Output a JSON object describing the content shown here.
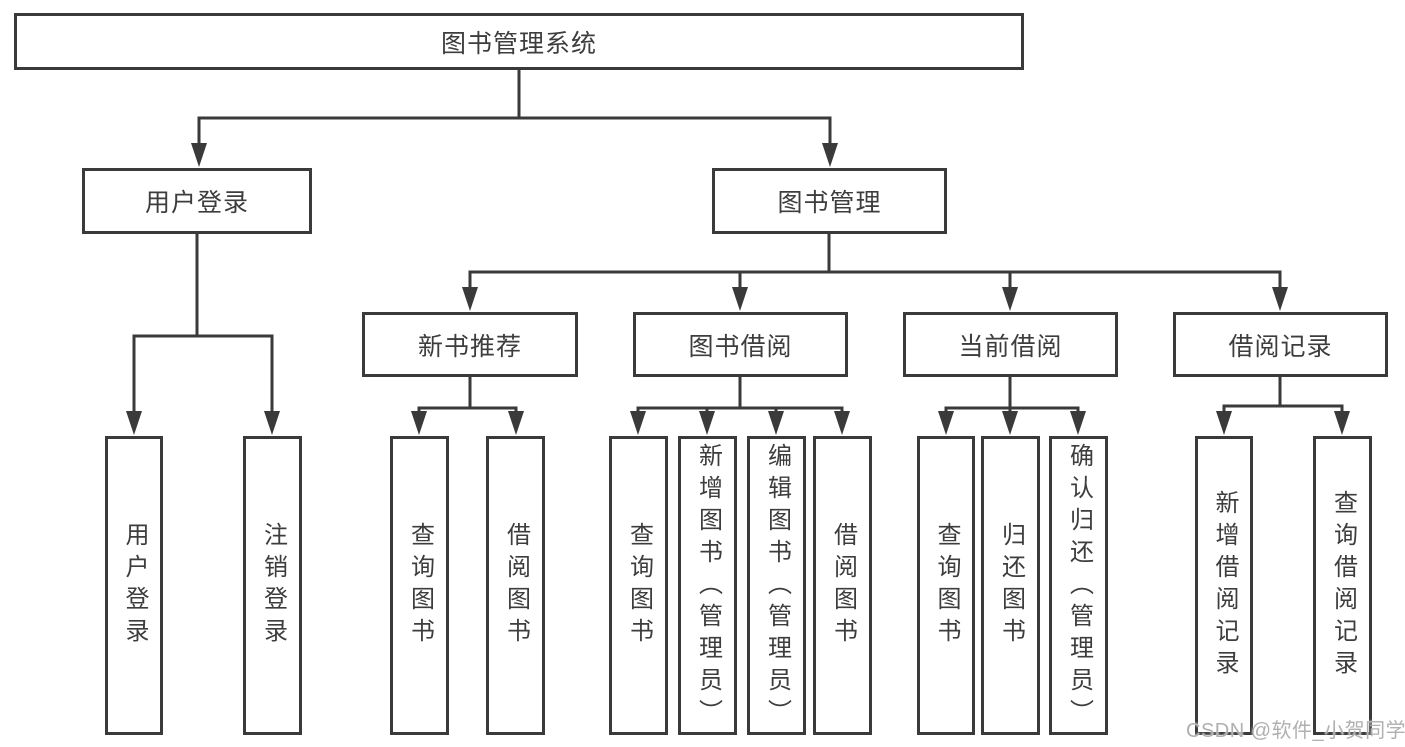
{
  "diagram": {
    "root": {
      "label": "图书管理系统",
      "children": [
        {
          "label": "用户登录",
          "children": [
            {
              "label": "用户登录"
            },
            {
              "label": "注销登录"
            }
          ]
        },
        {
          "label": "图书管理",
          "children": [
            {
              "label": "新书推荐",
              "children": [
                {
                  "label": "查询图书"
                },
                {
                  "label": "借阅图书"
                }
              ]
            },
            {
              "label": "图书借阅",
              "children": [
                {
                  "label": "查询图书"
                },
                {
                  "label": "新增图书（管理员）"
                },
                {
                  "label": "编辑图书（管理员）"
                },
                {
                  "label": "借阅图书"
                }
              ]
            },
            {
              "label": "当前借阅",
              "children": [
                {
                  "label": "查询图书"
                },
                {
                  "label": "归还图书"
                },
                {
                  "label": "确认归还（管理员）"
                }
              ]
            },
            {
              "label": "借阅记录",
              "children": [
                {
                  "label": "新增借阅记录"
                },
                {
                  "label": "查询借阅记录"
                }
              ]
            }
          ]
        }
      ]
    }
  },
  "watermark": {
    "text": "CSDN @软件_小贺同学"
  },
  "colors": {
    "line": "#3a3a3a",
    "text": "#3d3d3d",
    "background": "#ffffff",
    "watermark": "#b0b0b0"
  }
}
